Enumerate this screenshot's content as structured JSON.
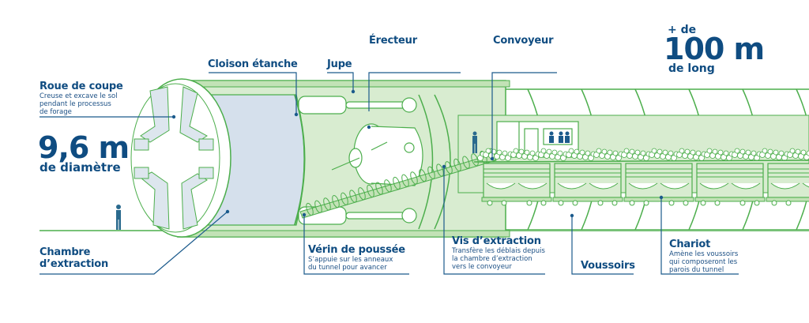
{
  "title": "Tunnelier (tunnel boring machine) diagram",
  "colors": {
    "label_blue": "#0f4c81",
    "leader_blue": "#1b5a8c",
    "stroke_green": "#4cae4c",
    "fill_green_light": "#d8ecd0",
    "fill_green_mid": "#c2e2b6",
    "chamber_blue": "#d5e0ec",
    "background": "#ffffff"
  },
  "stats": {
    "diameter": {
      "value": "9,6 m",
      "caption": "de diamètre"
    },
    "length": {
      "prefix": "+ de",
      "value": "100 m",
      "caption": "de long"
    }
  },
  "labels": {
    "roue_de_coupe": {
      "title": "Roue de coupe",
      "desc": [
        "Creuse  et excave le sol",
        "pendant  le processus",
        "de forage"
      ]
    },
    "cloison_etanche": {
      "title": "Cloison étanche"
    },
    "jupe": {
      "title": "Jupe"
    },
    "erecteur": {
      "title": "Érecteur"
    },
    "convoyeur": {
      "title": "Convoyeur"
    },
    "chambre_extraction": {
      "title": [
        "Chambre",
        "d’extraction"
      ]
    },
    "verin_de_poussee": {
      "title": "Vérin de poussée",
      "desc": [
        "S’appuie sur les anneaux",
        "du tunnel pour avancer"
      ]
    },
    "vis_extraction": {
      "title": "Vis d’extraction",
      "desc": [
        "Transfère les déblais depuis",
        "la chambre d’extraction",
        "vers le convoyeur"
      ]
    },
    "voussoirs": {
      "title": "Voussoirs"
    },
    "chariot": {
      "title": "Chariot",
      "desc": [
        "Amène les voussoirs",
        "qui composeront les",
        "parois du tunnel"
      ]
    }
  }
}
